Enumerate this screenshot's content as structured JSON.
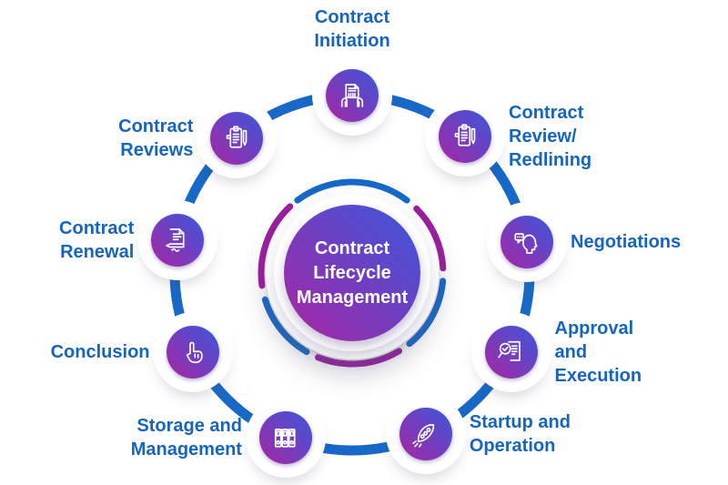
{
  "colors": {
    "background": "#ffffff",
    "label_text": "#1565BE",
    "ring_blue": "#1768C7",
    "dash_blue": "#1569C8",
    "dash_purple": "#9C1D9E",
    "gradient_start": "#A826A3",
    "gradient_end": "#3A57DC",
    "icon_stroke": "#ffffff"
  },
  "center": {
    "title": "Contract Lifecycle Management"
  },
  "nodes": [
    {
      "id": "contract-initiation",
      "label_lines": [
        "Contract",
        "Initiation"
      ],
      "icon": "document-hands-icon",
      "angle": 90,
      "label_side": "top"
    },
    {
      "id": "contract-review-redlining",
      "label_lines": [
        "Contract",
        "Review/",
        "Redlining"
      ],
      "icon": "clipboard-pen-icon",
      "angle": 50.5,
      "label_side": "right"
    },
    {
      "id": "negotiations",
      "label_lines": [
        "Negotiations"
      ],
      "icon": "head-speech-icon",
      "angle": 10,
      "label_side": "right"
    },
    {
      "id": "approval-and-execution",
      "label_lines": [
        "Approval",
        "and",
        "Execution"
      ],
      "icon": "magnifier-check-document-icon",
      "angle": -26.5,
      "label_side": "right"
    },
    {
      "id": "startup-and-operation",
      "label_lines": [
        "Startup and",
        "Operation"
      ],
      "icon": "rocket-icon",
      "angle": -65.5,
      "label_side": "right"
    },
    {
      "id": "storage-and-management",
      "label_lines": [
        "Storage and",
        "Management"
      ],
      "icon": "binders-icon",
      "angle": -112,
      "label_side": "left"
    },
    {
      "id": "conclusion",
      "label_lines": [
        "Conclusion"
      ],
      "icon": "pointing-hand-icon",
      "angle": -153.5,
      "label_side": "left"
    },
    {
      "id": "contract-renewal",
      "label_lines": [
        "Contract",
        "Renewal"
      ],
      "icon": "document-sign-icon",
      "angle": 169.5,
      "label_side": "left"
    },
    {
      "id": "contract-reviews",
      "label_lines": [
        "Contract",
        "Reviews"
      ],
      "icon": "clipboard-pen-icon",
      "angle": 130.5,
      "label_side": "left"
    }
  ],
  "dash_segments": [
    {
      "start": 53,
      "end": 127,
      "color": "#1569C8"
    },
    {
      "start": 3,
      "end": 45,
      "color": "#9C1D9E"
    },
    {
      "start": -51,
      "end": -5,
      "color": "#1569C8"
    },
    {
      "start": -112,
      "end": -59,
      "color": "#9C1D9E"
    },
    {
      "start": -163,
      "end": -120,
      "color": "#1569C8"
    },
    {
      "start": 133,
      "end": 188,
      "color": "#9C1D9E"
    }
  ]
}
